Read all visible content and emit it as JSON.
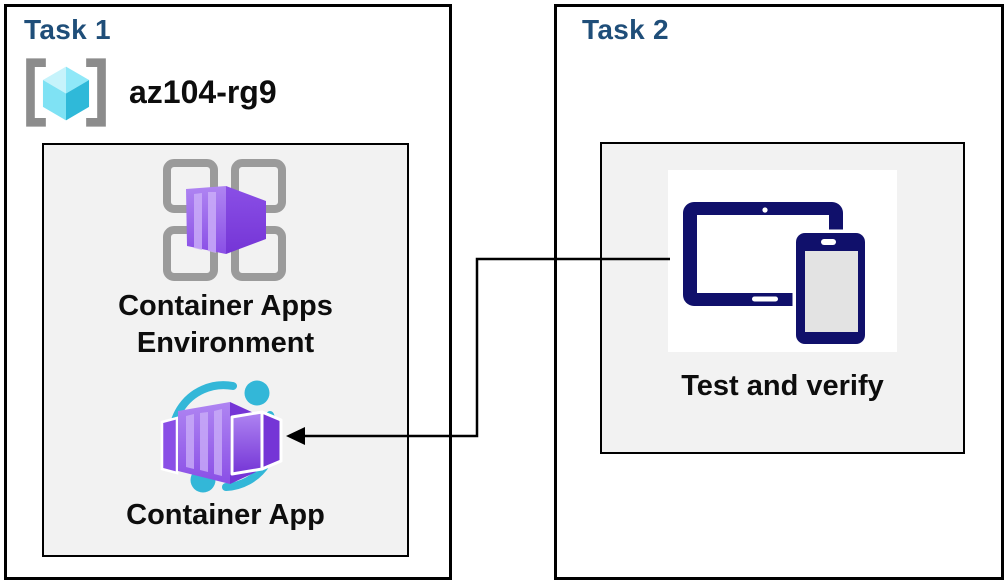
{
  "diagram": {
    "task1": {
      "title": "Task 1",
      "resource_group": {
        "label": "az104-rg9",
        "icon": "resource-group-icon"
      },
      "environment_card": {
        "label_line1": "Container Apps",
        "label_line2": "Environment",
        "environment_icon": "container-apps-environment-icon",
        "container_app_label": "Container App",
        "container_app_icon": "container-app-icon"
      }
    },
    "task2": {
      "title": "Task 2",
      "card_label": "Test and verify",
      "card_icon": "devices-icon"
    },
    "connector": {
      "type": "elbow-arrow",
      "from": "task2-test-card",
      "to": "task1-container-app-icon"
    },
    "colors": {
      "header_blue": "#1F4E79",
      "box_border": "#000000",
      "card_bg": "#F2F2F2",
      "card_border": "#000000",
      "text_dark": "#0D0D0D",
      "icon_gray": "#9B9B9B",
      "bracket_gray": "#8C8C8C",
      "cyan": "#33B7D8",
      "cube_top_left": "#C6F3FB",
      "cube_top_right": "#8FE8F8",
      "cube_left": "#7FE2F4",
      "cube_right": "#2FB9D9",
      "purple_light": "#AF85F2",
      "purple_mid": "#8A4FE6",
      "purple_dark": "#7535D6",
      "purple_stripe": "#C9ACF8",
      "navy": "#10106B",
      "screen_gray": "#E3E3E3",
      "line_black": "#000000"
    }
  }
}
